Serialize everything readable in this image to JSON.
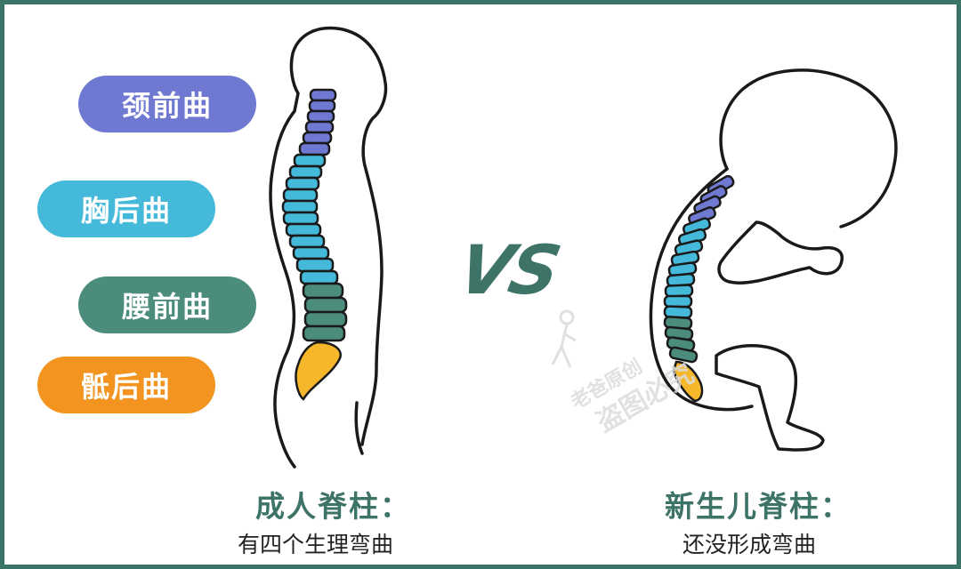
{
  "colors": {
    "border": "#3e7467",
    "cervical": "#7079d2",
    "thoracic": "#45b9d9",
    "lumbar": "#4b8c7c",
    "sacral": "#f39421",
    "title": "#3e7467"
  },
  "legend": {
    "cervical": "颈前曲",
    "thoracic": "胸后曲",
    "lumbar": "腰前曲",
    "sacral": "骶后曲"
  },
  "vs": "VS",
  "adult": {
    "title": "成人脊柱：",
    "subtitle": "有四个生理弯曲"
  },
  "newborn": {
    "title": "新生儿脊柱：",
    "subtitle": "还没形成弯曲"
  },
  "watermark": {
    "line1": "老爸原创",
    "line2": "盗图必究"
  }
}
